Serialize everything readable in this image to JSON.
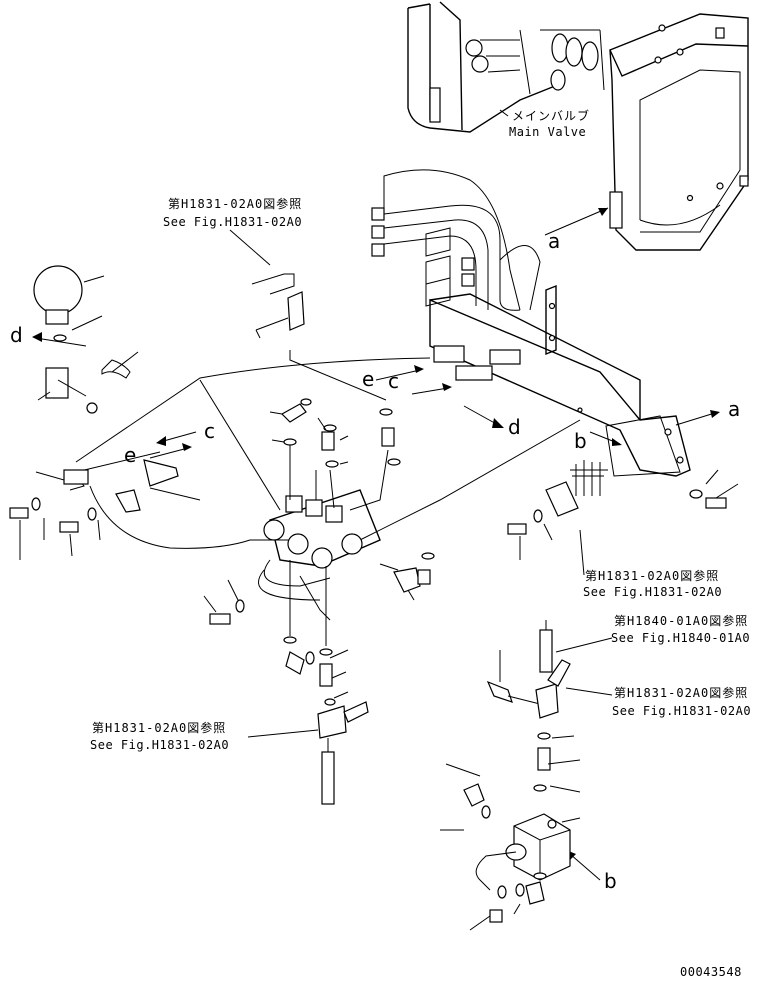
{
  "main_valve": {
    "jp": "メインバルブ",
    "en": "Main Valve"
  },
  "refs": [
    {
      "jp": "第H1831-02A0図参照",
      "en": "See Fig.H1831-02A0"
    },
    {
      "jp": "第H1831-02A0図参照",
      "en": "See Fig.H1831-02A0"
    },
    {
      "jp": "第H1840-01A0図参照",
      "en": "See Fig.H1840-01A0"
    },
    {
      "jp": "第H1831-02A0図参照",
      "en": "See Fig.H1831-02A0"
    },
    {
      "jp": "第H1831-02A0図参照",
      "en": "See Fig.H1831-02A0"
    }
  ],
  "markers": {
    "a": "a",
    "b": "b",
    "c": "c",
    "d": "d",
    "e": "e"
  },
  "drawing_number": "00043548"
}
